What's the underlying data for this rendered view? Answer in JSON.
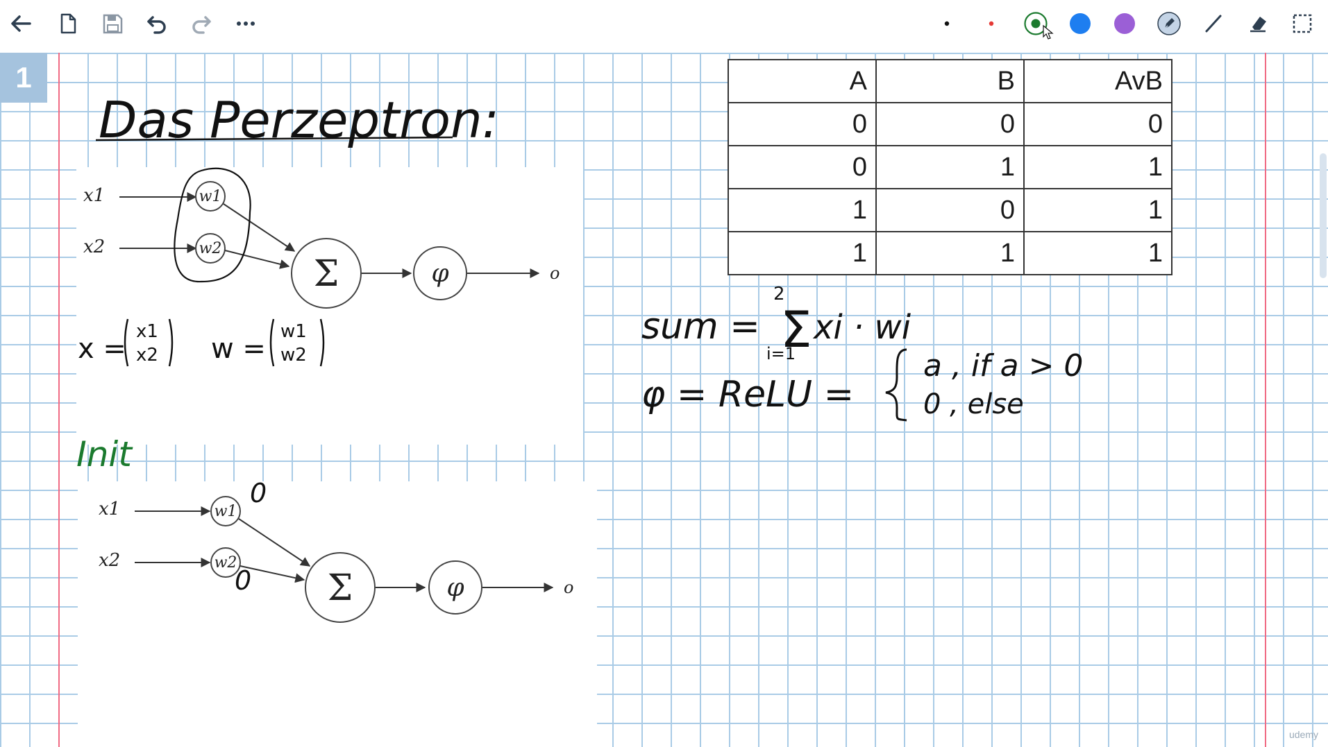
{
  "toolbar": {
    "tools": [
      "back-arrow-icon",
      "new-page-icon",
      "save-icon",
      "undo-icon",
      "redo-icon",
      "more-icon"
    ],
    "pen_colors": [
      "#111111",
      "#e53935",
      "#1b7a2e",
      "#1e7ef0",
      "#9b5fd6"
    ],
    "selected_color": "#1b7a2e"
  },
  "page": {
    "number": "1"
  },
  "title": "Das Perzeptron:",
  "diagram1": {
    "inputs": [
      "x1",
      "x2"
    ],
    "weights": [
      "w1",
      "w2"
    ],
    "sum_symbol": "Σ",
    "activation_symbol": "φ",
    "output": "o"
  },
  "vectors": {
    "x_label": "x =",
    "x_entries": [
      "x1",
      "x2"
    ],
    "w_label": "w =",
    "w_entries": [
      "w1",
      "w2"
    ]
  },
  "init_label": "Init",
  "diagram2": {
    "inputs": [
      "x1",
      "x2"
    ],
    "weights": [
      "w1",
      "w2"
    ],
    "weight_values": [
      "0",
      "0"
    ],
    "sum_symbol": "Σ",
    "activation_symbol": "φ",
    "output": "o"
  },
  "truth_table": {
    "headers": [
      "A",
      "B",
      "AvB"
    ],
    "rows": [
      [
        "0",
        "0",
        "0"
      ],
      [
        "0",
        "1",
        "1"
      ],
      [
        "1",
        "0",
        "1"
      ],
      [
        "1",
        "1",
        "1"
      ]
    ]
  },
  "formulas": {
    "sum_lhs": "sum =",
    "sum_upper": "2",
    "sum_lower": "i=1",
    "sum_term": "xi · wi",
    "phi_lhs": "φ = ReLU =",
    "case1": "a , if a > 0",
    "case2": "0 , else"
  },
  "watermark": "udemy"
}
